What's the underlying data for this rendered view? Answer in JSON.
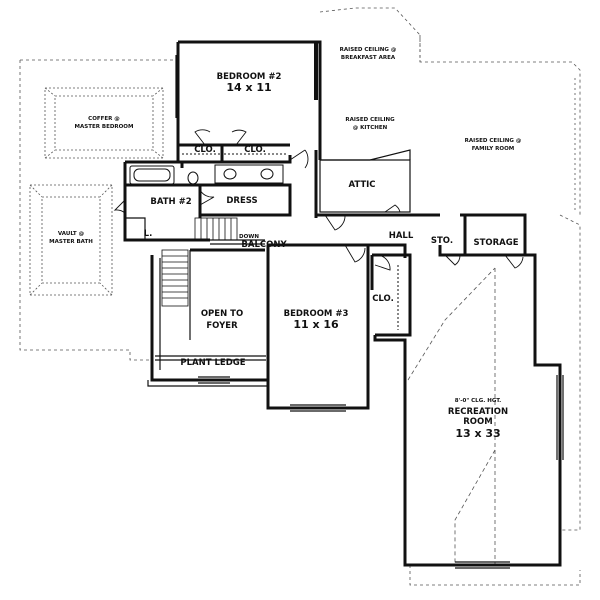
{
  "rooms": {
    "bedroom2": {
      "name": "BEDROOM #2",
      "size": "14 x 11"
    },
    "bedroom3": {
      "name": "BEDROOM #3",
      "size": "11 x 16"
    },
    "recreation": {
      "note": "8'-0\" CLG. HGT.",
      "name": "RECREATION",
      "name2": "ROOM",
      "size": "13 x 33"
    },
    "clo1": "CLO.",
    "clo2": "CLO.",
    "clo3": "CLO.",
    "bath2": "BATH #2",
    "dress": "DRESS",
    "attic": "ATTIC",
    "hall": "HALL",
    "sto": "STO.",
    "storage": "STORAGE",
    "balcony": "BALCONY",
    "down": "DOWN",
    "open_to": "OPEN TO",
    "foyer": "FOYER",
    "plant_ledge": "PLANT LEDGE",
    "linen": "L.",
    "raised_breakfast_1": "RAISED CEILING @",
    "raised_breakfast_2": "BREAKFAST AREA",
    "raised_kitchen_1": "RAISED CEILING",
    "raised_kitchen_2": "@ KITCHEN",
    "raised_family_1": "RAISED CEILING @",
    "raised_family_2": "FAMILY ROOM",
    "coffer_1": "COFFER @",
    "coffer_2": "MASTER BEDROOM",
    "vault_1": "VAULT @",
    "vault_2": "MASTER BATH"
  }
}
